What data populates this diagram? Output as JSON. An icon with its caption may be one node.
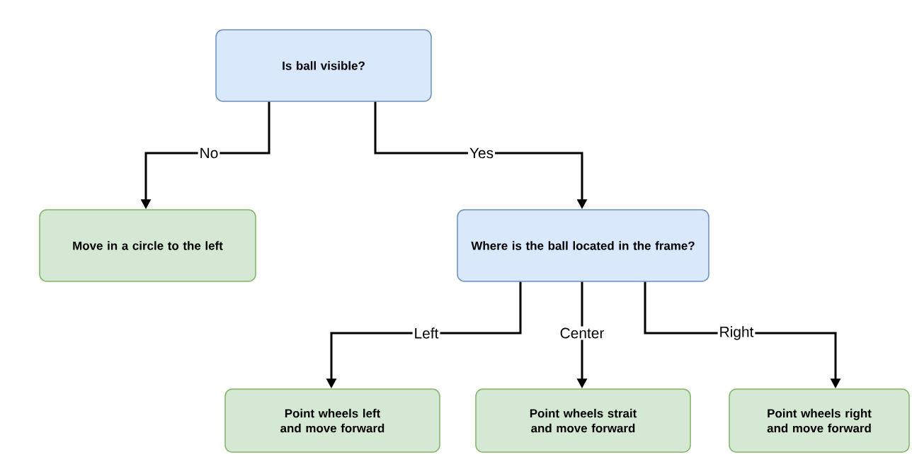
{
  "diagram": {
    "nodes": [
      {
        "text": [
          "Is ball visible?"
        ]
      },
      {
        "text": [
          "Move in a circle to the left"
        ]
      },
      {
        "text": [
          "Where is the ball located in the frame?"
        ]
      },
      {
        "text": [
          "Point wheels left and move forward"
        ]
      },
      {
        "text": [
          "Point wheels strait and move forward"
        ]
      },
      {
        "text": [
          "Point wheels right and move forward"
        ]
      }
    ],
    "edges": [
      {
        "from": 0,
        "to": 1,
        "arrow": "to",
        "label": "No"
      },
      {
        "from": 0,
        "to": 2,
        "arrow": "to",
        "label": "Yes"
      },
      {
        "from": 2,
        "to": 3,
        "arrow": "to",
        "label": "Left"
      },
      {
        "from": 2,
        "to": 4,
        "arrow": "to",
        "label": "Center"
      },
      {
        "from": 2,
        "to": 5,
        "arrow": "to",
        "label": "Right"
      }
    ]
  }
}
